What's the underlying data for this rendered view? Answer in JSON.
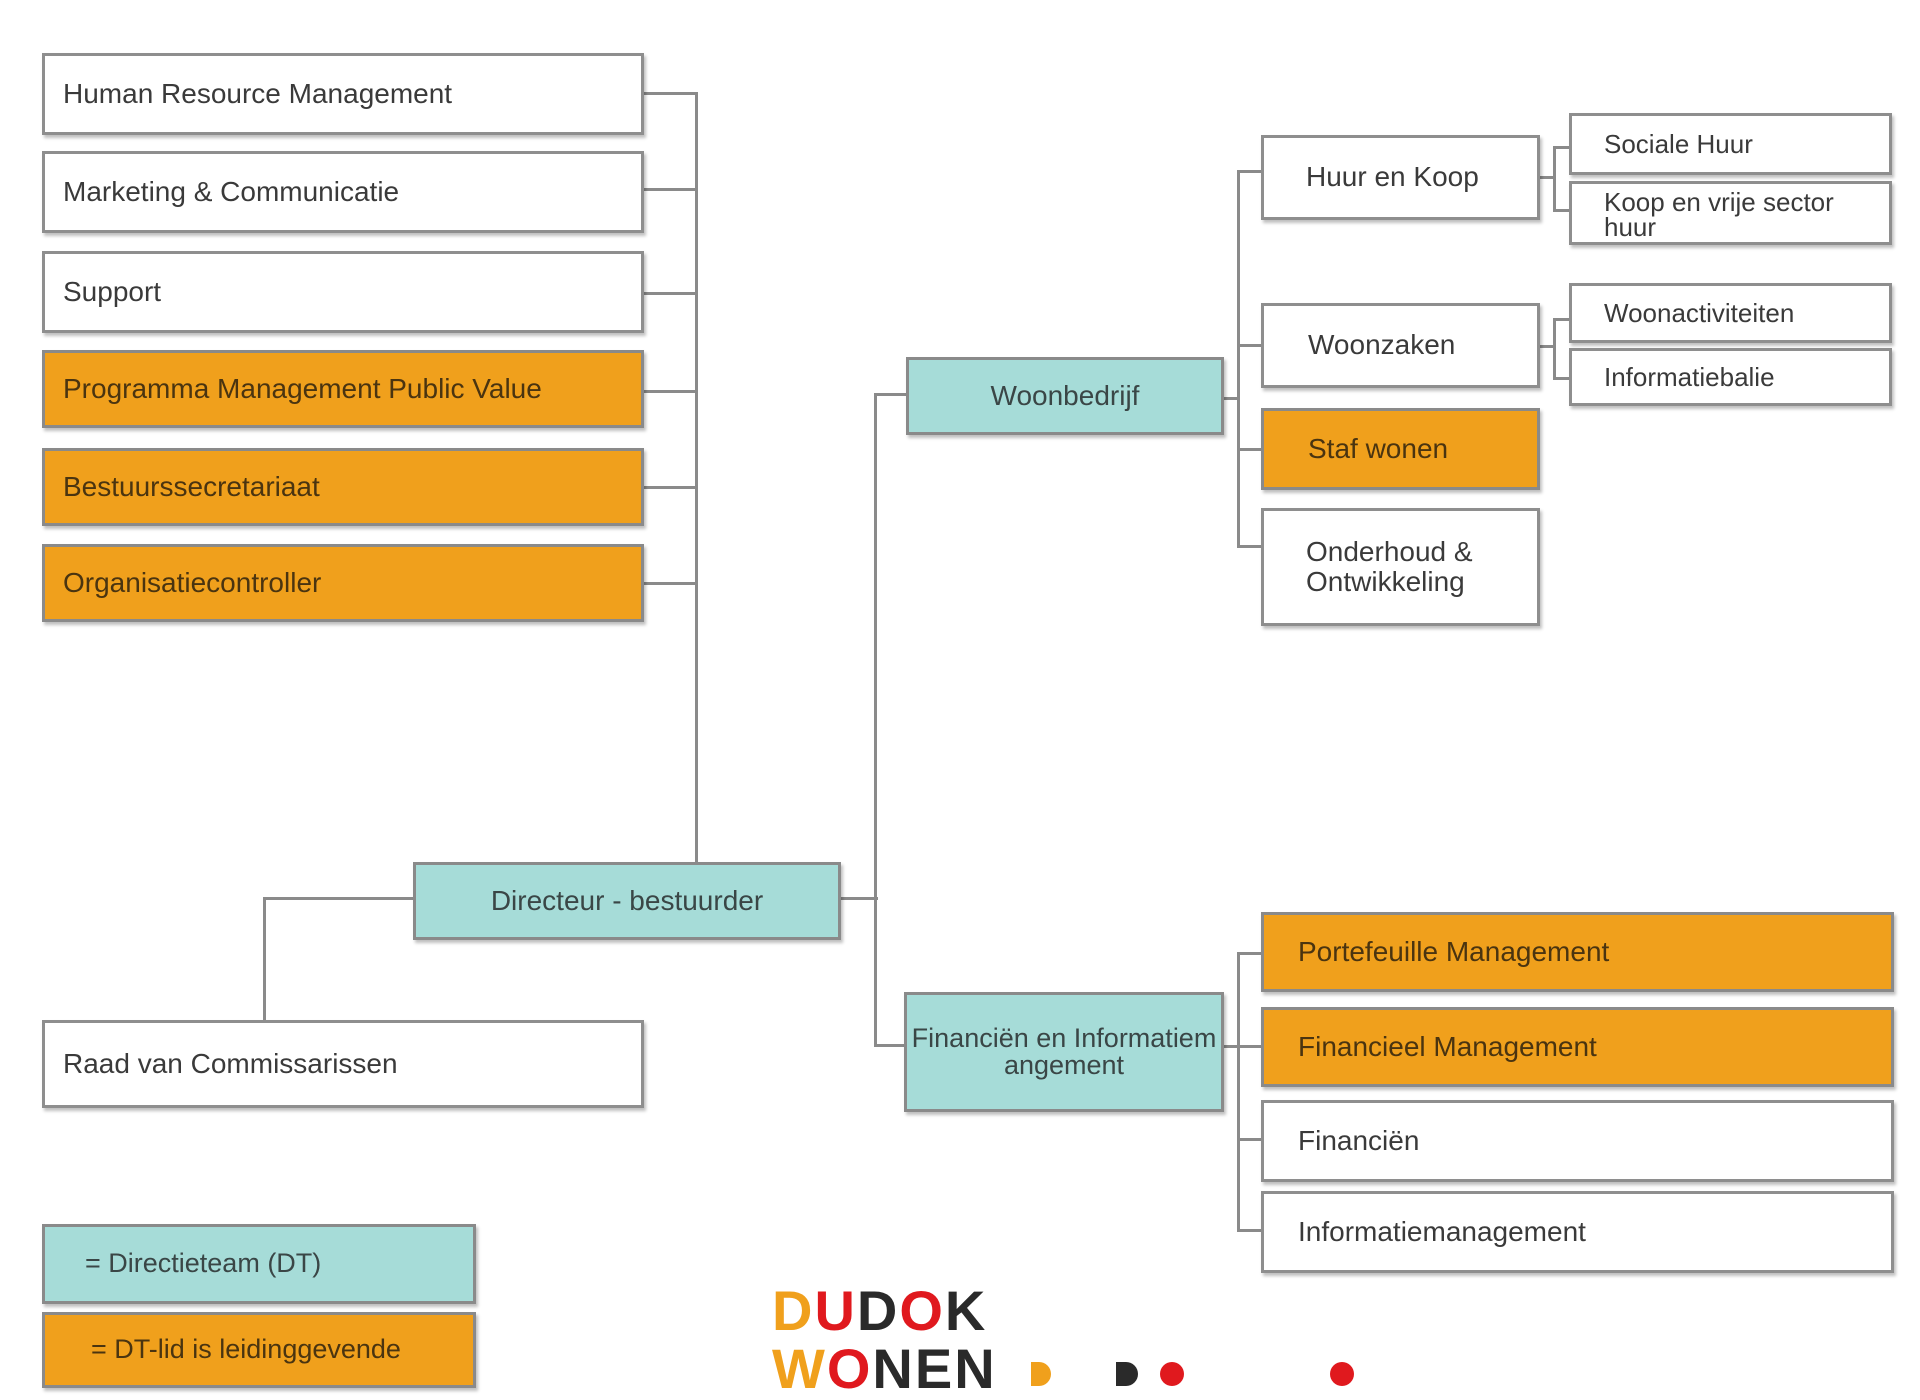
{
  "left_units": [
    {
      "id": "hrm",
      "label": "Human Resource Management",
      "style": "white"
    },
    {
      "id": "mc",
      "label": "Marketing & Communicatie",
      "style": "white"
    },
    {
      "id": "support",
      "label": "Support",
      "style": "white"
    },
    {
      "id": "pmpv",
      "label": "Programma Management Public Value",
      "style": "orange"
    },
    {
      "id": "bs",
      "label": "Bestuurssecretariaat",
      "style": "orange"
    },
    {
      "id": "oc",
      "label": "Organisatiecontroller",
      "style": "orange"
    }
  ],
  "director": {
    "label": "Directeur - bestuurder",
    "style": "teal"
  },
  "raad": {
    "label": "Raad van Commissarissen",
    "style": "white"
  },
  "woonbedrijf": {
    "label": "Woonbedrijf",
    "style": "teal",
    "children": [
      {
        "label": "Huur en Koop",
        "style": "white",
        "sub": [
          "Sociale Huur",
          "Koop en vrije sector huur"
        ]
      },
      {
        "label": "Woonzaken",
        "style": "white",
        "sub": [
          "Woonactiviteiten",
          "Informatiebalie"
        ]
      },
      {
        "label": "Staf wonen",
        "style": "orange"
      },
      {
        "label": "Onderhoud & Ontwikkeling",
        "style": "white"
      }
    ]
  },
  "financien": {
    "label": "Financiën en Informatiemangement",
    "style": "teal",
    "children": [
      {
        "label": "Portefeuille Management",
        "style": "orange"
      },
      {
        "label": "Financieel Management",
        "style": "orange"
      },
      {
        "label": "Financiën",
        "style": "white"
      },
      {
        "label": "Informatiemanagement",
        "style": "white"
      }
    ]
  },
  "legend": {
    "teal_label": "= Directieteam (DT)",
    "orange_label": "= DT-lid is leidinggevende"
  },
  "logo": {
    "line1": [
      "D",
      "U",
      "D",
      "O",
      "K"
    ],
    "line2": [
      "W",
      "O",
      "N",
      "E",
      "N"
    ],
    "colors": {
      "orange": "#f0a01c",
      "red": "#e0191e",
      "dark": "#2a2a2a"
    }
  },
  "colors": {
    "orange": "#f0a01c",
    "teal": "#a6dcd8",
    "line": "#8a8a8a",
    "border": "#8e8e8e"
  }
}
